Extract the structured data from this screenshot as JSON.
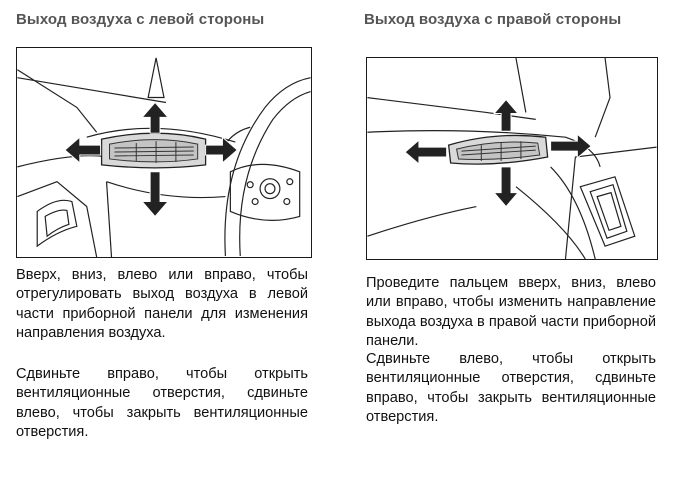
{
  "left": {
    "title": "Выход воздуха с левой стороны",
    "paragraph1": "Вверх, вниз, влево или вправо, чтобы отрегулировать выход воздуха в левой части приборной панели для изменения направления воздуха.",
    "paragraph2": "Сдвиньте вправо, чтобы открыть вентиляционные отверстия, сдвиньте влево, чтобы закрыть вентиляционные отверстия."
  },
  "right": {
    "title": "Выход воздуха с правой стороны",
    "paragraph1": "Проведите пальцем вверх, вниз, влево или вправо, чтобы изменить направление выхода воздуха в правой части приборной панели.",
    "paragraph2": "Сдвиньте влево, чтобы открыть вентиляционные отверстия, сдвиньте вправо, чтобы закрыть вентиляционные отверстия."
  }
}
